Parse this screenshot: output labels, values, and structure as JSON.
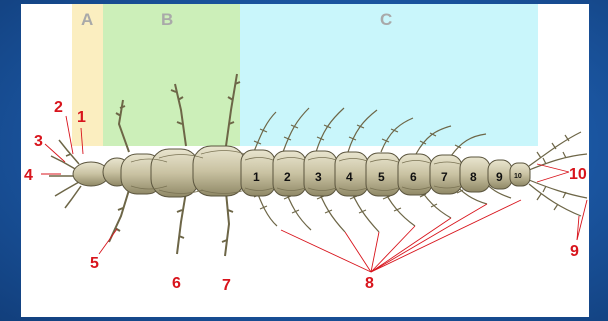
{
  "zones": {
    "a": {
      "label": "A",
      "color": "#fbeec0"
    },
    "b": {
      "label": "B",
      "color": "#ccefb9"
    },
    "c": {
      "label": "C",
      "color": "#c9f6fb"
    }
  },
  "segment_labels": [
    "1",
    "2",
    "3",
    "4",
    "5",
    "6",
    "7",
    "8",
    "9",
    "10"
  ],
  "callouts": {
    "c1": "1",
    "c2": "2",
    "c3": "3",
    "c4": "4",
    "c5": "5",
    "c6": "6",
    "c7": "7",
    "c8": "8",
    "c9": "9",
    "c10": "10"
  },
  "colors": {
    "background": "#1c5aa8",
    "callout": "#d8141c",
    "body": "#cfc9ae",
    "outline": "#5a543d"
  }
}
